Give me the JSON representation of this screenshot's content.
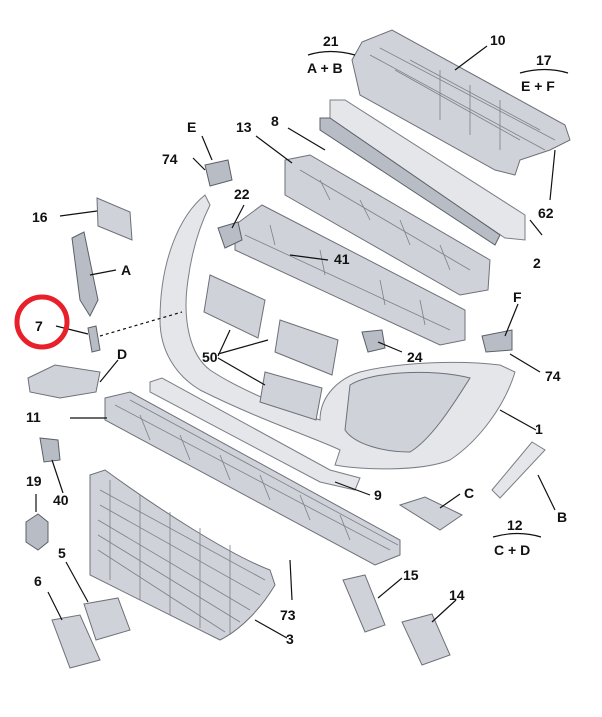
{
  "callouts": {
    "c1": "1",
    "c2": "2",
    "c3": "3",
    "c5": "5",
    "c6": "6",
    "c7": "7",
    "c8": "8",
    "c9": "9",
    "c10": "10",
    "c11": "11",
    "c12": "12",
    "c13": "13",
    "c14": "14",
    "c15": "15",
    "c16": "16",
    "c17": "17",
    "c19": "19",
    "c21": "21",
    "c22": "22",
    "c24": "24",
    "c40": "40",
    "c41": "41",
    "c50": "50",
    "c62": "62",
    "c73": "73",
    "c74a": "74",
    "c74b": "74",
    "cA": "A",
    "cB": "B",
    "cC": "C",
    "cD": "D",
    "cE": "E",
    "cF": "F"
  },
  "groups": {
    "g21": "A + B",
    "g17": "E + F",
    "g12": "C + D"
  },
  "highlight": {
    "color": "#e8202a",
    "target": "7"
  }
}
